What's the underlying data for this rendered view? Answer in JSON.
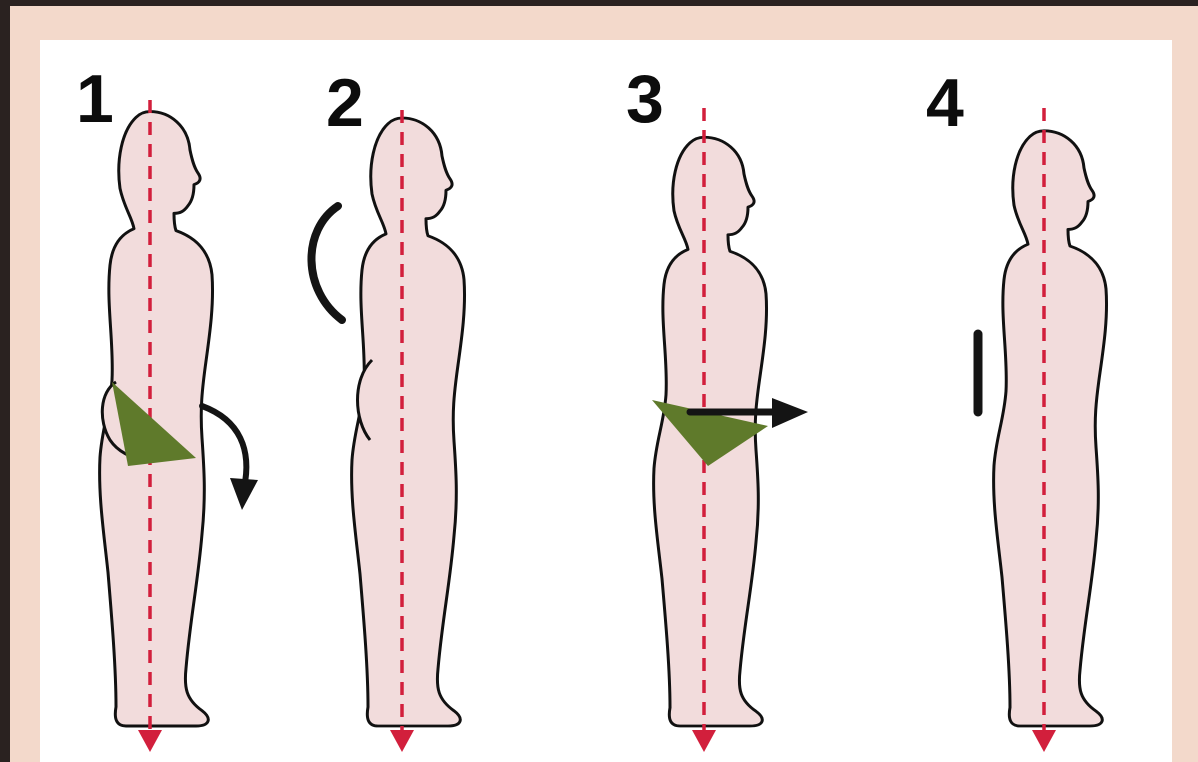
{
  "figures": [
    {
      "number": "1",
      "posture": "anterior-pelvic-tilt",
      "indicator": "curved-arrow-down-icon"
    },
    {
      "number": "2",
      "posture": "rounded-upper-back",
      "indicator": "curve-arc-icon"
    },
    {
      "number": "3",
      "posture": "pelvis-forward",
      "indicator": "arrow-right-icon"
    },
    {
      "number": "4",
      "posture": "neutral",
      "indicator": "straight-bar-icon"
    }
  ],
  "colors": {
    "background_border": "#f3d9cb",
    "panel": "#ffffff",
    "body_fill": "#f2dcdc",
    "plumb_line": "#d21f3c",
    "pelvis_wedge": "#5f7a2b",
    "ink": "#141414"
  }
}
